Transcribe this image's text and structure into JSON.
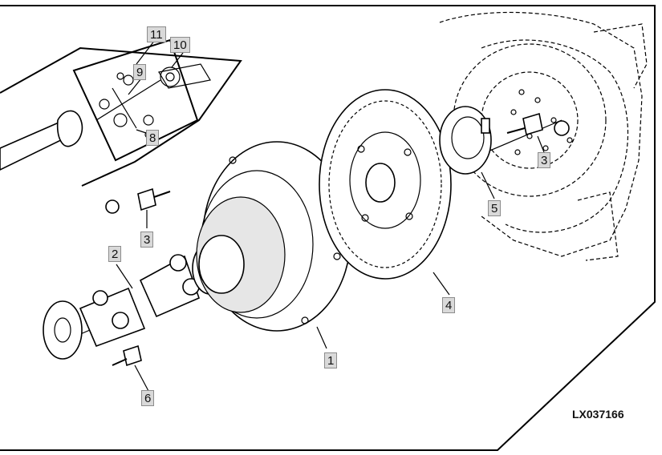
{
  "figure_id": "LX037166",
  "callouts": [
    {
      "id": "c1",
      "label": "1"
    },
    {
      "id": "c2",
      "label": "2"
    },
    {
      "id": "c3a",
      "label": "3"
    },
    {
      "id": "c3b",
      "label": "3"
    },
    {
      "id": "c4",
      "label": "4"
    },
    {
      "id": "c5",
      "label": "5"
    },
    {
      "id": "c6",
      "label": "6"
    },
    {
      "id": "c8",
      "label": "8"
    },
    {
      "id": "c9",
      "label": "9"
    },
    {
      "id": "c10",
      "label": "10"
    },
    {
      "id": "c11",
      "label": "11"
    }
  ]
}
